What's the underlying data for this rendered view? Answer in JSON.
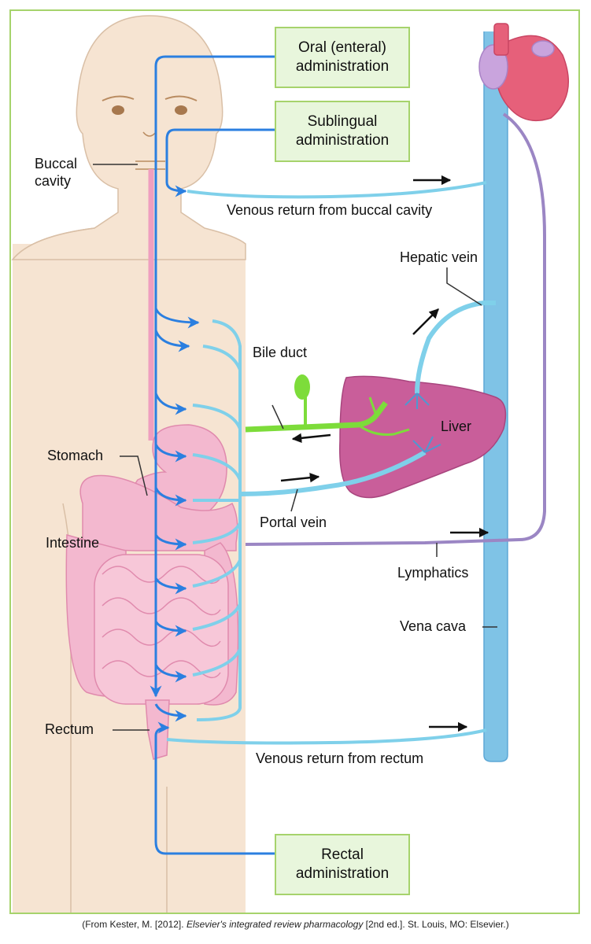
{
  "boxes": {
    "oral_line1": "Oral (enteral)",
    "oral_line2": "administration",
    "sublingual_line1": "Sublingual",
    "sublingual_line2": "administration",
    "rectal_line1": "Rectal",
    "rectal_line2": "administration"
  },
  "labels": {
    "buccal_line1": "Buccal",
    "buccal_line2": "cavity",
    "venous_buccal": "Venous return from buccal cavity",
    "hepatic_vein": "Hepatic vein",
    "bile_duct": "Bile duct",
    "liver": "Liver",
    "stomach": "Stomach",
    "intestine": "Intestine",
    "portal_vein": "Portal vein",
    "lymphatics": "Lymphatics",
    "vena_cava": "Vena cava",
    "rectum": "Rectum",
    "venous_rectum": "Venous return from rectum"
  },
  "caption": {
    "prefix": "(From Kester, M. [2012]. ",
    "title": "Elsevier's integrated review pharmacology",
    "suffix": " [2nd ed.]. St. Louis, MO: Elsevier.)"
  },
  "colors": {
    "skin": "#f6e4d2",
    "drug_route": "#2b7fe0",
    "vein": "#7fd0ea",
    "lymph": "#9b86c4",
    "liver": "#c95e9a",
    "bile": "#7ddc3a",
    "heart": "#e6607a",
    "frame": "#a6d36c"
  }
}
